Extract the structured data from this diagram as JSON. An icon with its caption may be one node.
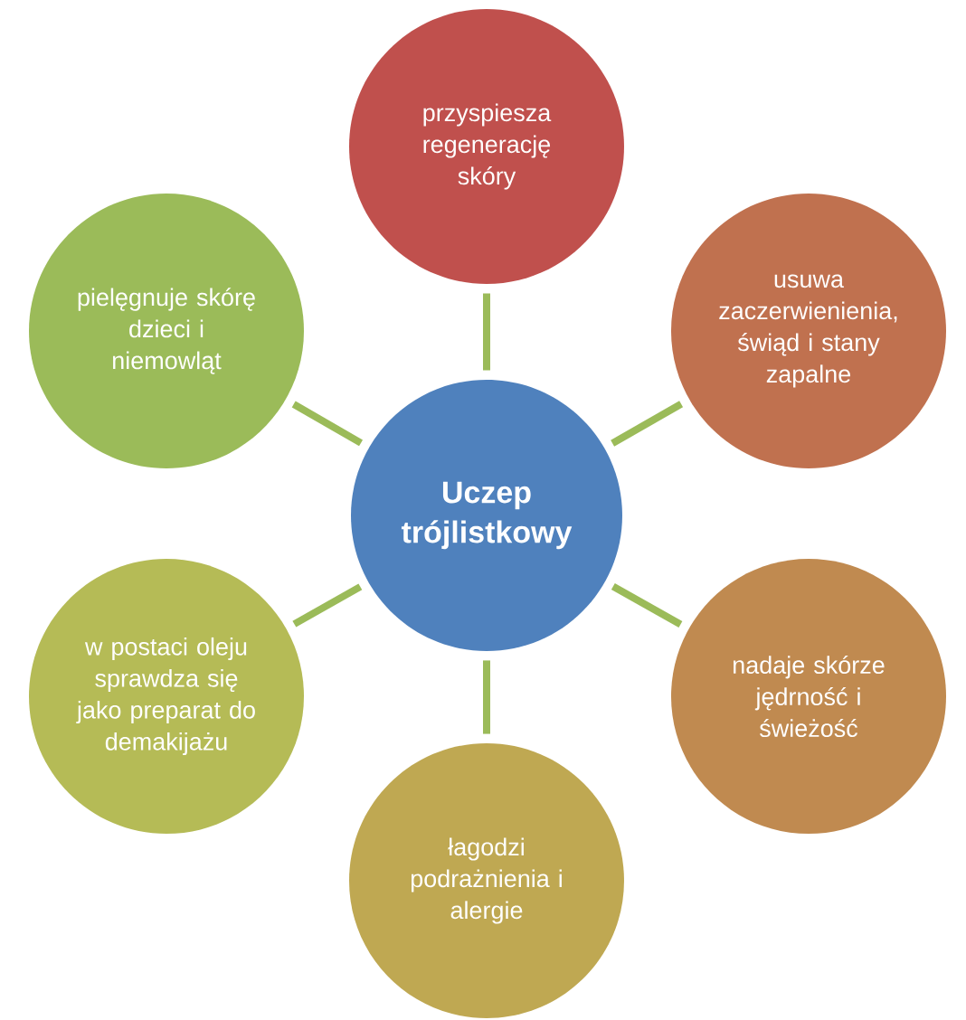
{
  "diagram": {
    "nodes": [
      {
        "text": [
          "przyspiesza regenerację skóry"
        ]
      },
      {
        "text": [
          "pielęgnuje skórę dzieci i niemowląt"
        ]
      },
      {
        "text": [
          "usuwa zaczerwienienia, świąd i stany zapalne"
        ]
      },
      {
        "text": [
          "Uczep trójlistkowy"
        ]
      },
      {
        "text": [
          "w postaci oleju sprawdza się jako preparat do demakijażu"
        ]
      },
      {
        "text": [
          "nadaje skórze jędrność i świeżość"
        ]
      },
      {
        "text": [
          "łagodzi podrażnienia i alergie"
        ]
      }
    ],
    "edges": [
      {
        "from": 3,
        "to": 0,
        "arrow": "none"
      },
      {
        "from": 3,
        "to": 2,
        "arrow": "none"
      },
      {
        "from": 3,
        "to": 5,
        "arrow": "none"
      },
      {
        "from": 3,
        "to": 6,
        "arrow": "none"
      },
      {
        "from": 3,
        "to": 4,
        "arrow": "none"
      },
      {
        "from": 3,
        "to": 1,
        "arrow": "none"
      }
    ]
  }
}
